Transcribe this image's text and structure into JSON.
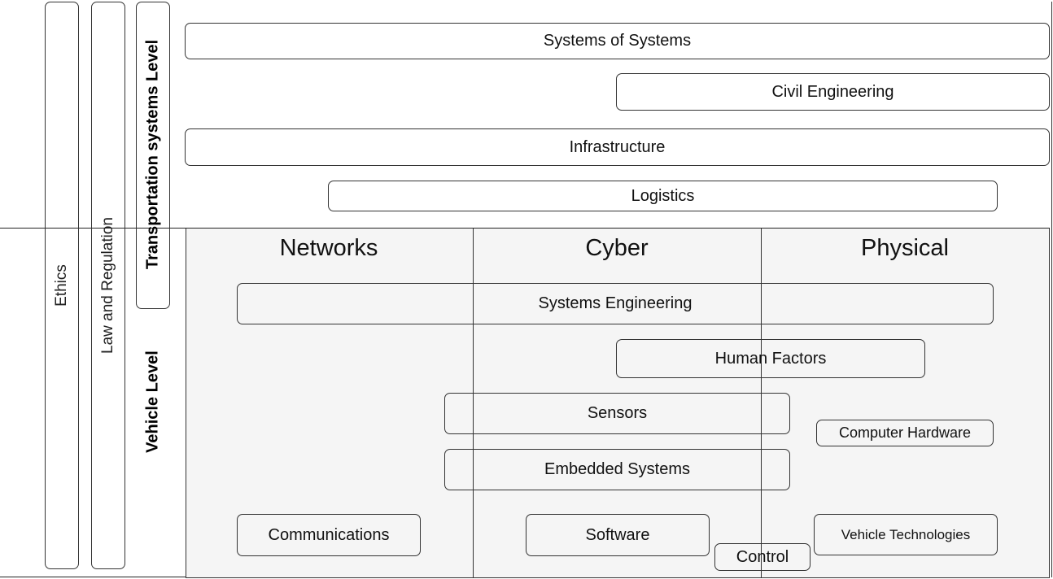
{
  "left_columns": {
    "ethics": "Ethics",
    "law": "Law and Regulation",
    "transport_level": "Transportation systems Level",
    "vehicle_level": "Vehicle Level"
  },
  "transport_boxes": {
    "systems_of_systems": "Systems of Systems",
    "civil_engineering": "Civil Engineering",
    "infrastructure": "Infrastructure",
    "logistics": "Logistics"
  },
  "column_headers": {
    "networks": "Networks",
    "cyber": "Cyber",
    "physical": "Physical"
  },
  "vehicle_boxes": {
    "systems_engineering": "Systems Engineering",
    "human_factors": "Human Factors",
    "sensors": "Sensors",
    "computer_hardware": "Computer Hardware",
    "embedded_systems": "Embedded Systems",
    "communications": "Communications",
    "software": "Software",
    "vehicle_technologies": "Vehicle Technologies",
    "control": "Control"
  }
}
